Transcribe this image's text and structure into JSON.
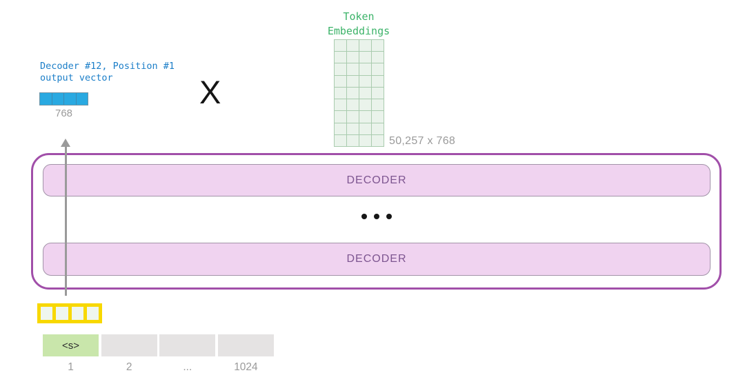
{
  "token_embeddings": {
    "label_line1": "Token",
    "label_line2": "Embeddings",
    "dims_label": "50,257 x 768",
    "grid": {
      "rows": 9,
      "cols": 4
    },
    "text_color": "#3cb369",
    "cell_fill": "#eaf3eb",
    "cell_border": "#a9cbae"
  },
  "output_vector": {
    "label": "Decoder #12, Position #1\noutput vector",
    "size_label": "768",
    "cells": 4,
    "text_color": "#1b7ec8",
    "cell_fill": "#29a9e1"
  },
  "multiply_symbol": "X",
  "decoder_stack": {
    "top_box_label": "DECODER",
    "bottom_box_label": "DECODER",
    "ellipsis_dots": 3,
    "container_border_color": "#a14fa9",
    "box_fill": "#f0d3f0",
    "label_color": "#7d5590"
  },
  "input_vector": {
    "cells": 4,
    "border_color": "#f8d800",
    "cell_fill": "#eff6ef"
  },
  "token_row": {
    "tokens": [
      {
        "label": "<s>",
        "type": "start"
      },
      {
        "label": "",
        "type": "empty"
      },
      {
        "label": "",
        "type": "empty"
      },
      {
        "label": "",
        "type": "empty"
      }
    ],
    "positions": [
      "1",
      "2",
      "...",
      "1024"
    ]
  }
}
